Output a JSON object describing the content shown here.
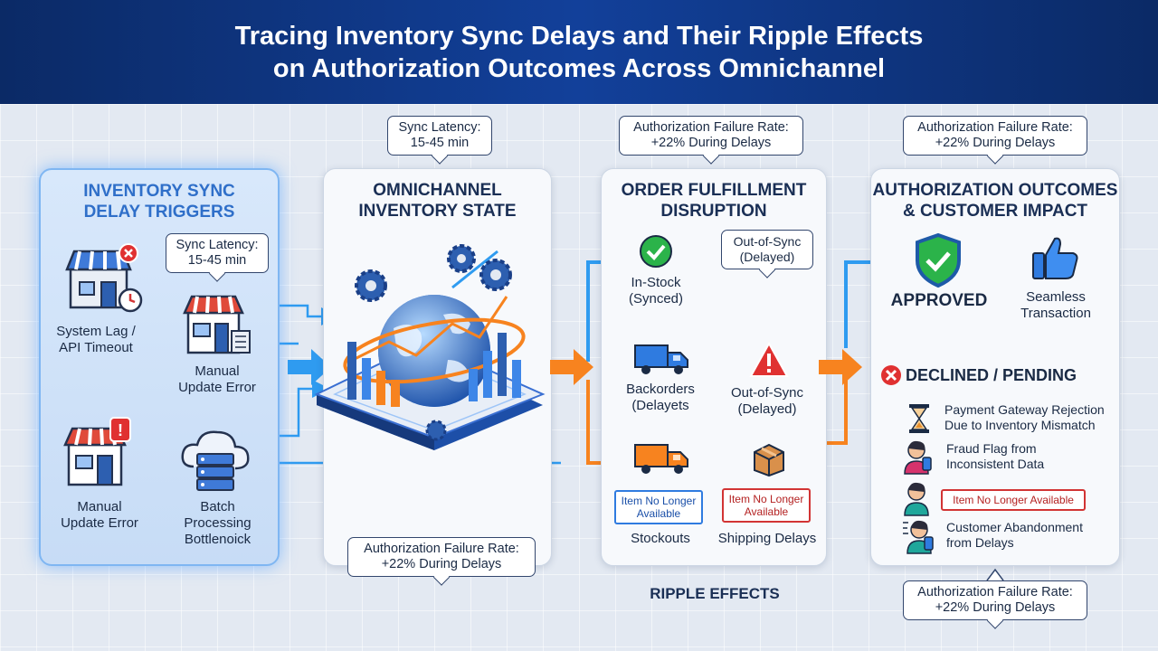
{
  "header": {
    "title_line1": "Tracing Inventory Sync Delays and Their Ripple Effects",
    "title_line2": "on Authorization Outcomes Across Omnichannel"
  },
  "triggers": {
    "title_line1": "INVENTORY SYNC",
    "title_line2": "DELAY TRIGGERS",
    "callout_line1": "Sync Latency:",
    "callout_line2": "15-45 min",
    "item_system_lag_1": "System Lag /",
    "item_system_lag_2": "API Timeout",
    "item_manual_update_a_1": "Manual",
    "item_manual_update_a_2": "Update Error",
    "item_manual_update_b_1": "Manual",
    "item_manual_update_b_2": "Update Error",
    "item_batch_1": "Batch",
    "item_batch_2": "Processing",
    "item_batch_3": "Bottlenoick"
  },
  "inventory_state": {
    "callout_line1": "Sync Latency:",
    "callout_line2": "15-45 min",
    "title_line1": "OMNICHANNEL",
    "title_line2": "INVENTORY STATE",
    "bottom_callout_line1": "Authorization Failure Rate:",
    "bottom_callout_line2": "+22% During Delays"
  },
  "fulfillment": {
    "callout_line1": "Authorization Failure Rate:",
    "callout_line2": "+22% During Delays",
    "title_line1": "ORDER FULFILLMENT",
    "title_line2": "DISRUPTION",
    "in_stock_1": "In-Stock",
    "in_stock_2": "(Synced)",
    "out_of_sync_top_1": "Out-of-Sync",
    "out_of_sync_top_2": "(Delayed)",
    "backorders_1": "Backorders",
    "backorders_2": "(Delayets",
    "out_of_sync_mid_1": "Out-of-Sync",
    "out_of_sync_mid_2": "(Delayed)",
    "alert_blue_1": "Item No Longer",
    "alert_blue_2": "Available",
    "alert_red_1": "Item No Longer",
    "alert_red_2": "Available",
    "stockouts": "Stockouts",
    "shipping_delays": "Shipping Delays",
    "ripple_label": "RIPPLE EFFECTS"
  },
  "outcomes": {
    "callout_line1": "Authorization Failure Rate:",
    "callout_line2": "+22% During Delays",
    "title_line1": "AUTHORIZATION OUTCOMES",
    "title_line2": "& CUSTOMER IMPACT",
    "approved": "APPROVED",
    "seamless_1": "Seamless",
    "seamless_2": "Transaction",
    "declined": "DECLINED / PENDING",
    "gateway_1": "Payment Gateway Rejection",
    "gateway_2": "Due to Inventory Mismatch",
    "fraud_1": "Fraud Flag from",
    "fraud_2": "Inconsistent Data",
    "item_alert": "Item No Longer Available",
    "abandon_1": "Customer Abandonment",
    "abandon_2": "from Delays",
    "bottom_callout_line1": "Authorization Failure Rate:",
    "bottom_callout_line2": "+22% During Delays"
  },
  "colors": {
    "blue_flow": "#2f9bf0",
    "orange_flow": "#f7831f",
    "navy": "#0b2a66",
    "success": "#2bb34a",
    "danger": "#d62b2b"
  }
}
